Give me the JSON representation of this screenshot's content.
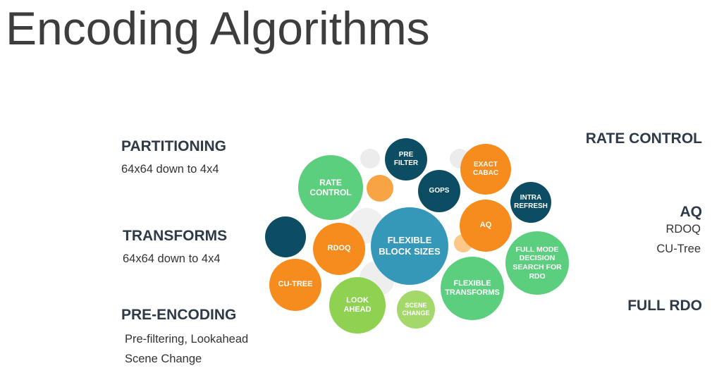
{
  "title": "Encoding Algorithms",
  "left": [
    {
      "heading": "PARTITIONING",
      "lines": [
        "64x64 down to 4x4"
      ]
    },
    {
      "heading": "TRANSFORMS",
      "lines": [
        "64x64 down to 4x4"
      ]
    },
    {
      "heading": "PRE-ENCODING",
      "lines": [
        "Pre-filtering, Lookahead",
        "Scene Change"
      ]
    }
  ],
  "right": [
    {
      "heading": "RATE CONTROL",
      "lines": []
    },
    {
      "heading": "AQ",
      "lines": [
        "RDOQ",
        "CU-Tree"
      ]
    },
    {
      "heading": "FULL RDO",
      "lines": []
    }
  ],
  "bubbles": {
    "rate_control": "RATE\nCONTROL",
    "pre_filter": "PRE\nFILTER",
    "gops": "GOPS",
    "exact_cabac": "EXACT\nCABAC",
    "intra_refresh": "INTRA\nREFRESH",
    "aq": "AQ",
    "flexible_block_sizes": "FLEXIBLE\nBLOCK SIZES",
    "rdoq": "RDOQ",
    "cu_tree": "CU-TREE",
    "look_ahead": "LOOK\nAHEAD",
    "scene_change": "SCENE\nCHANGE",
    "flexible_transforms": "FLEXIBLE\nTRANSFORMS",
    "full_mode": "FULL MODE\nDECISION\nSEARCH FOR\nRDO"
  },
  "colors": {
    "green": "#5ccf7e",
    "lightgreen": "#8fd150",
    "orange": "#f78c1e",
    "teal": "#0c4d63",
    "blue": "#3698b8",
    "gray": "#ececec"
  }
}
